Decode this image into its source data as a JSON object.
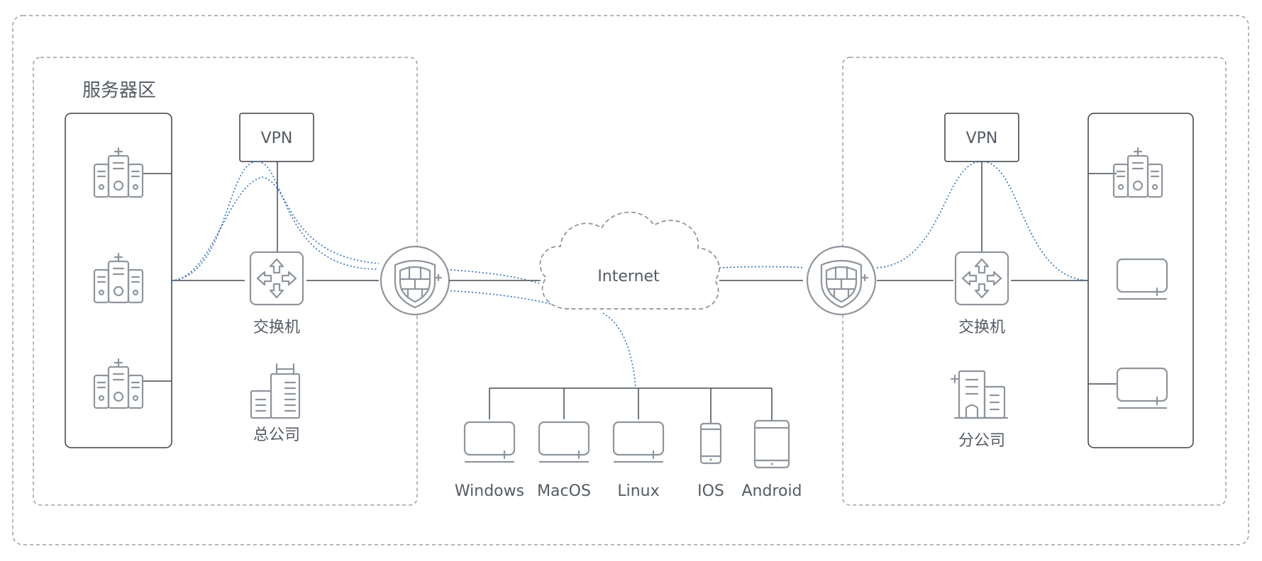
{
  "hq": {
    "area_label": "服务器区",
    "vpn_label": "VPN",
    "switch_label": "交换机",
    "office_label": "总公司"
  },
  "internet": {
    "label": "Internet",
    "clients": [
      {
        "label": "Windows",
        "icon": "monitor-icon"
      },
      {
        "label": "MacOS",
        "icon": "monitor-icon"
      },
      {
        "label": "Linux",
        "icon": "monitor-icon"
      },
      {
        "label": "IOS",
        "icon": "phone-icon"
      },
      {
        "label": "Android",
        "icon": "tablet-icon"
      }
    ]
  },
  "branch": {
    "vpn_label": "VPN",
    "switch_label": "交换机",
    "office_label": "分公司"
  },
  "colors": {
    "line": "#444a52",
    "vpn_tunnel": "#2d6fb7",
    "icon": "#8f959c",
    "frame": "#9aa0a6"
  }
}
